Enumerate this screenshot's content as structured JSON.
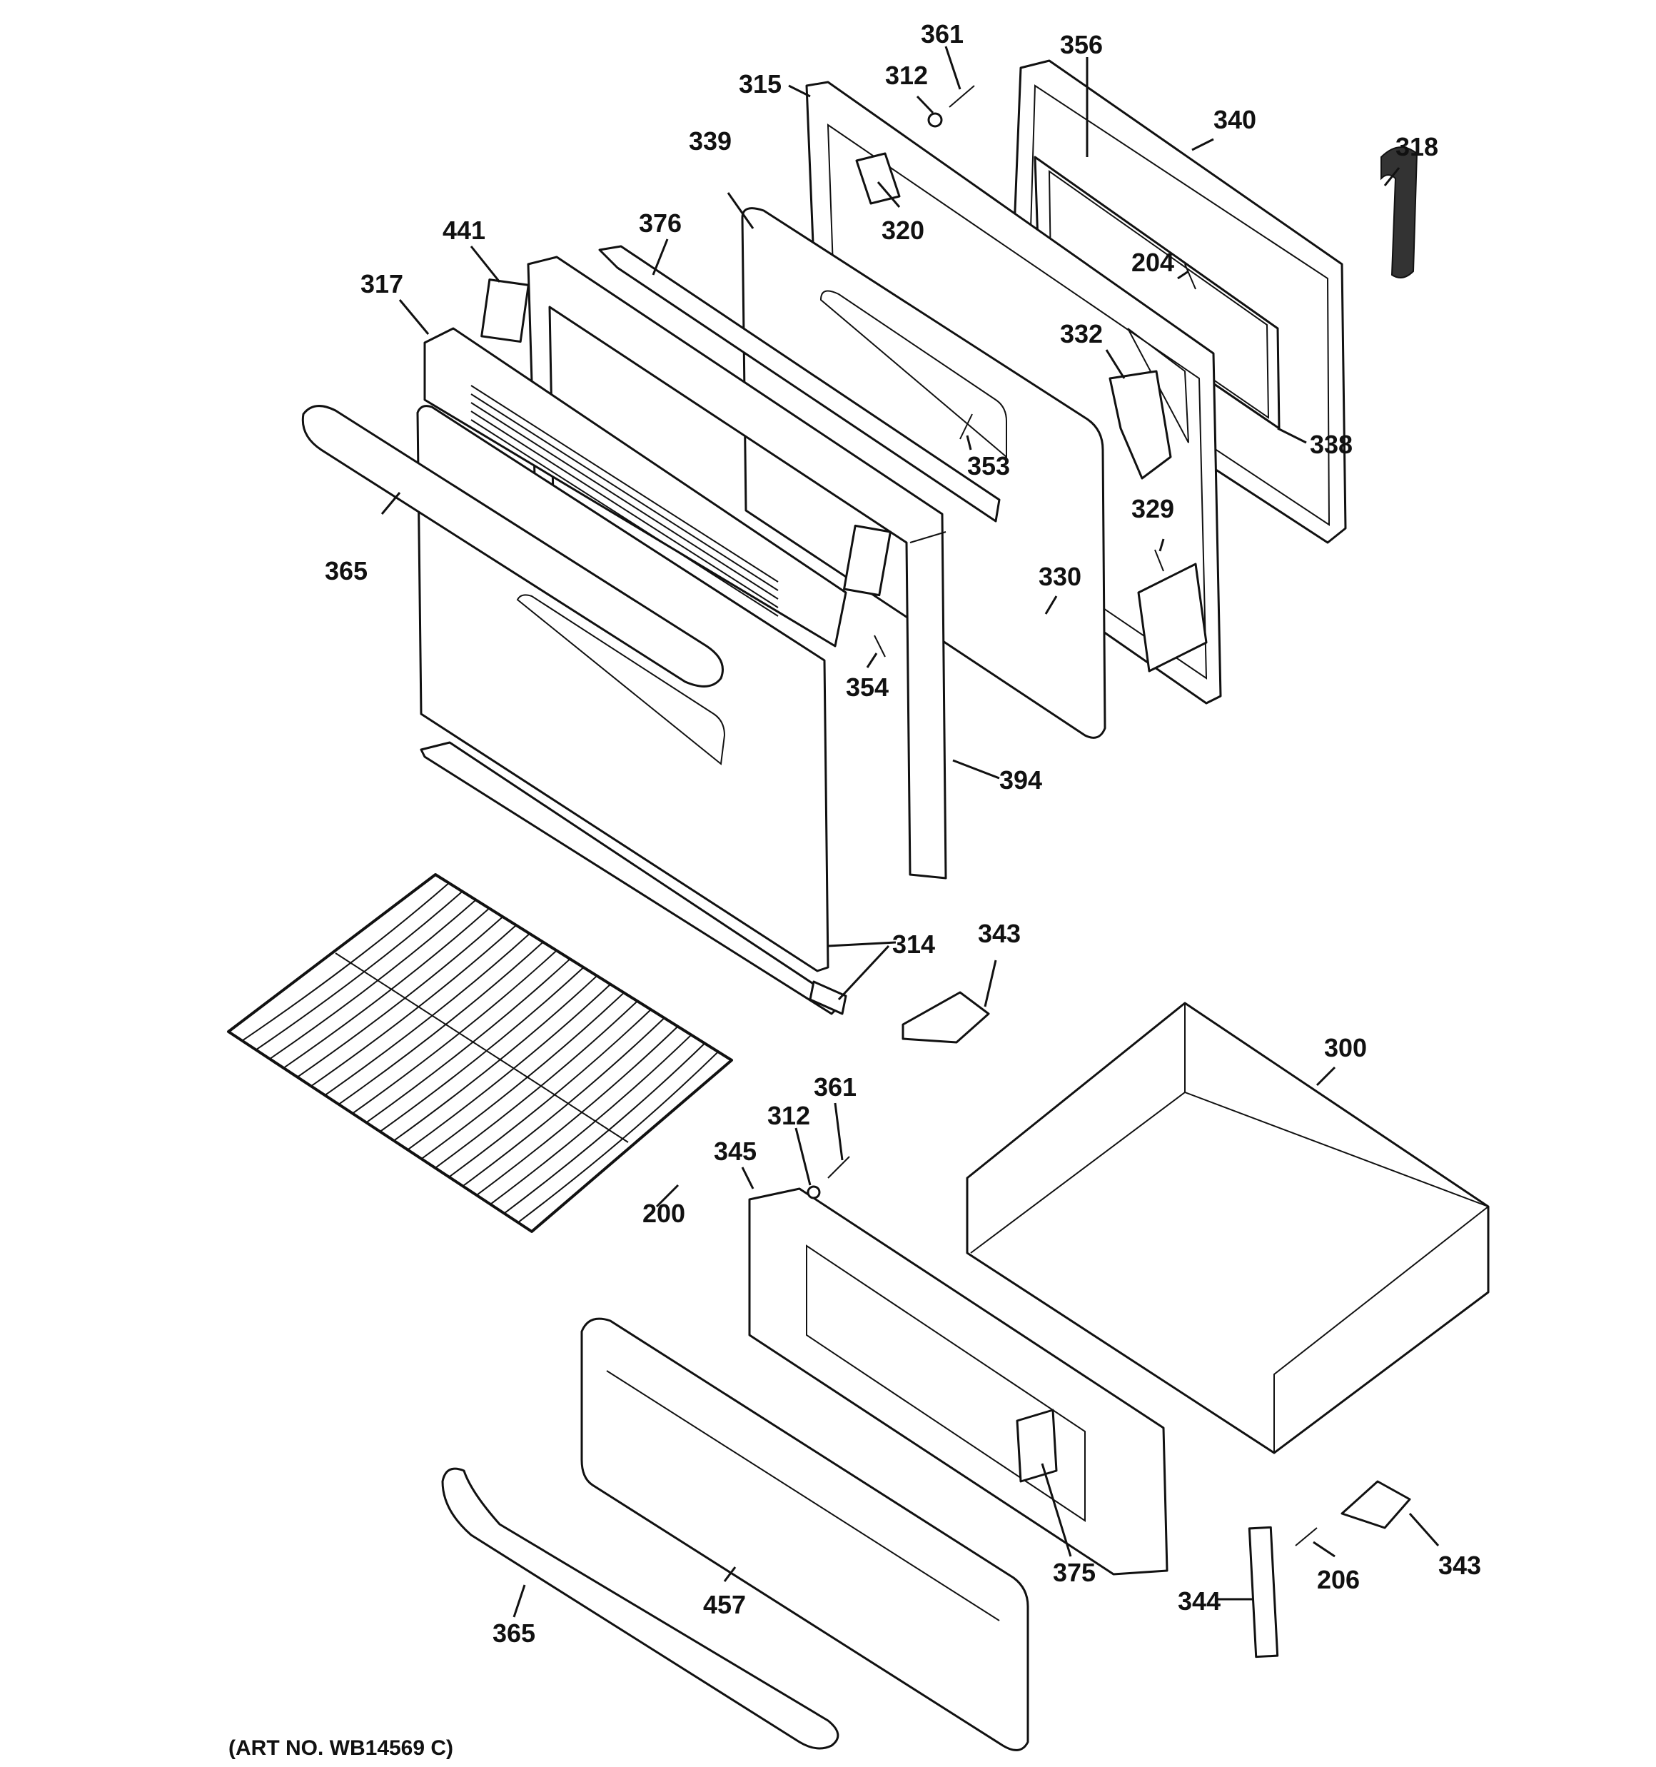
{
  "art_number": "(ART NO. WB14569 C)",
  "labels": {
    "p361a": "361",
    "p312a": "312",
    "p356": "356",
    "p315": "315",
    "p340": "340",
    "p318": "318",
    "p339": "339",
    "p320": "320",
    "p376": "376",
    "p441": "441",
    "p204": "204",
    "p317": "317",
    "p332": "332",
    "p338": "338",
    "p353": "353",
    "p329": "329",
    "p365a": "365",
    "p330": "330",
    "p354": "354",
    "p394": "394",
    "p314": "314",
    "p343a": "343",
    "p300": "300",
    "p361b": "361",
    "p312b": "312",
    "p345": "345",
    "p200": "200",
    "p375": "375",
    "p343b": "343",
    "p206": "206",
    "p344": "344",
    "p457": "457",
    "p365b": "365"
  }
}
